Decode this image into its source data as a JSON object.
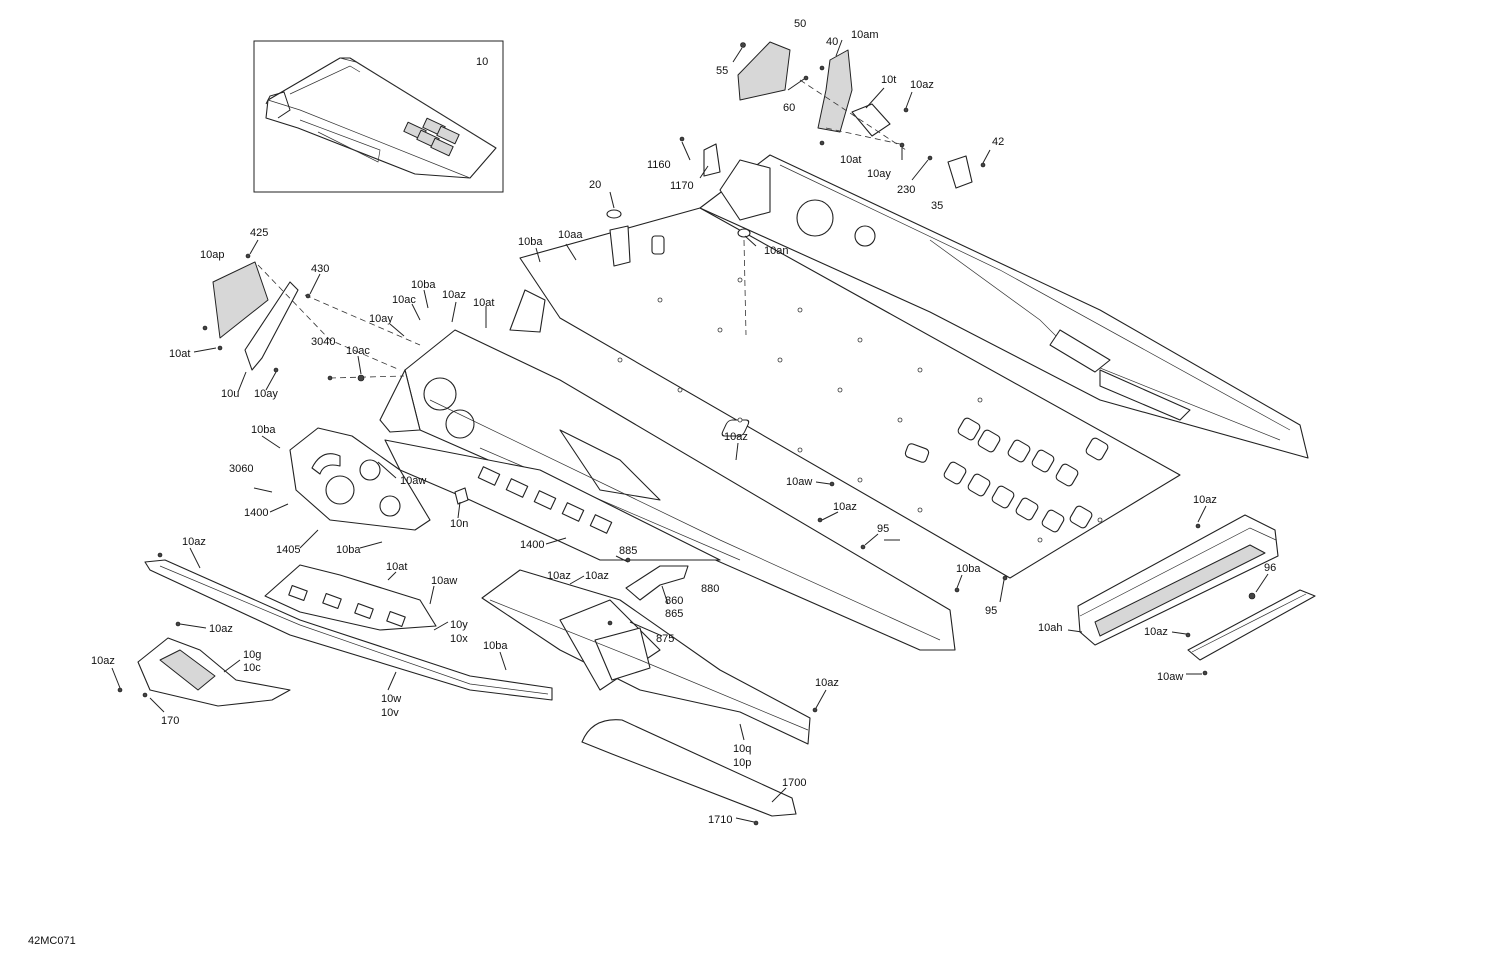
{
  "diagram_code": "42MC071",
  "inset_label": "10",
  "labels": [
    "50",
    "40",
    "10am",
    "55",
    "60",
    "10t",
    "10az",
    "10at",
    "10ay",
    "230",
    "42",
    "35",
    "1160",
    "1170",
    "20",
    "10an",
    "10aa",
    "10ba",
    "425",
    "10ap",
    "430",
    "10at",
    "10u",
    "10ay",
    "10ba",
    "10ac",
    "10az",
    "10at",
    "10ay",
    "3040",
    "10ac",
    "10ba",
    "3060",
    "1400",
    "1405",
    "10aw",
    "10n",
    "1400",
    "10ba",
    "10az",
    "10az",
    "10az",
    "10g",
    "10c",
    "170",
    "10w",
    "10v",
    "10at",
    "10aw",
    "10y",
    "10x",
    "10az",
    "10az",
    "885",
    "880",
    "860",
    "865",
    "875",
    "10ba",
    "10az",
    "10q",
    "10p",
    "1700",
    "1710",
    "10aw",
    "10az",
    "95",
    "10ba",
    "95",
    "10az",
    "10ah",
    "10az",
    "96",
    "10aw"
  ]
}
